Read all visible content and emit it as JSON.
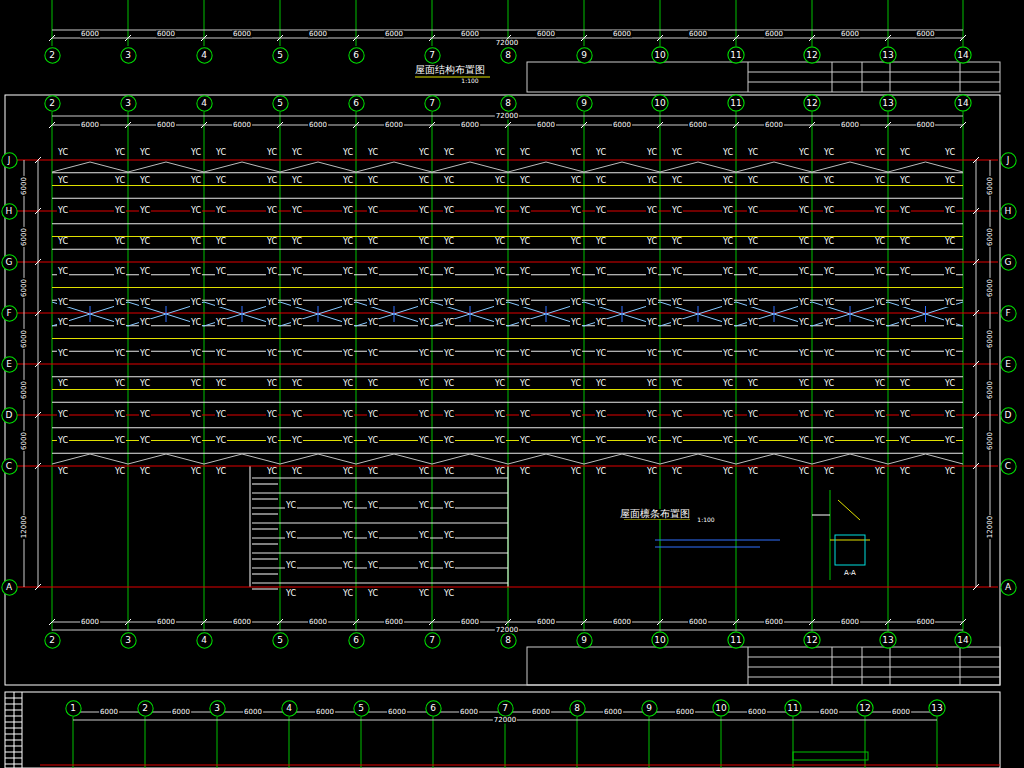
{
  "diagram": {
    "nodes": [
      {
        "text": [
          "2"
        ]
      },
      {
        "text": [
          "3"
        ]
      },
      {
        "text": [
          "4"
        ]
      },
      {
        "text": [
          "5"
        ]
      },
      {
        "text": [
          "6"
        ]
      },
      {
        "text": [
          "7"
        ]
      },
      {
        "text": [
          "8"
        ]
      },
      {
        "text": [
          "9"
        ]
      },
      {
        "text": [
          "10"
        ]
      },
      {
        "text": [
          "11"
        ]
      },
      {
        "text": [
          "12"
        ]
      },
      {
        "text": [
          "13"
        ]
      },
      {
        "text": [
          "14"
        ]
      },
      {
        "text": [
          "2"
        ]
      },
      {
        "text": [
          "3"
        ]
      },
      {
        "text": [
          "4"
        ]
      },
      {
        "text": [
          "5"
        ]
      },
      {
        "text": [
          "6"
        ]
      },
      {
        "text": [
          "7"
        ]
      },
      {
        "text": [
          "8"
        ]
      },
      {
        "text": [
          "9"
        ]
      },
      {
        "text": [
          "10"
        ]
      },
      {
        "text": [
          "11"
        ]
      },
      {
        "text": [
          "12"
        ]
      },
      {
        "text": [
          "13"
        ]
      },
      {
        "text": [
          "14"
        ]
      },
      {
        "text": [
          "J"
        ]
      },
      {
        "text": [
          "H"
        ]
      },
      {
        "text": [
          "G"
        ]
      },
      {
        "text": [
          "F"
        ]
      },
      {
        "text": [
          "E"
        ]
      },
      {
        "text": [
          "D"
        ]
      },
      {
        "text": [
          "C"
        ]
      },
      {
        "text": [
          "A"
        ]
      },
      {
        "text": [
          "J"
        ]
      },
      {
        "text": [
          "H"
        ]
      },
      {
        "text": [
          "G"
        ]
      },
      {
        "text": [
          "F"
        ]
      },
      {
        "text": [
          "E"
        ]
      },
      {
        "text": [
          "D"
        ]
      },
      {
        "text": [
          "C"
        ]
      },
      {
        "text": [
          "A"
        ]
      },
      {
        "text": [
          "2"
        ]
      },
      {
        "text": [
          "3"
        ]
      },
      {
        "text": [
          "4"
        ]
      },
      {
        "text": [
          "5"
        ]
      },
      {
        "text": [
          "6"
        ]
      },
      {
        "text": [
          "7"
        ]
      },
      {
        "text": [
          "8"
        ]
      },
      {
        "text": [
          "9"
        ]
      },
      {
        "text": [
          "10"
        ]
      },
      {
        "text": [
          "11"
        ]
      },
      {
        "text": [
          "12"
        ]
      },
      {
        "text": [
          "13"
        ]
      },
      {
        "text": [
          "14"
        ]
      },
      {
        "text": [
          "1"
        ]
      },
      {
        "text": [
          "2"
        ]
      },
      {
        "text": [
          "3"
        ]
      },
      {
        "text": [
          "4"
        ]
      },
      {
        "text": [
          "5"
        ]
      },
      {
        "text": [
          "6"
        ]
      },
      {
        "text": [
          "7"
        ]
      },
      {
        "text": [
          "8"
        ]
      },
      {
        "text": [
          "9"
        ]
      },
      {
        "text": [
          "10"
        ]
      },
      {
        "text": [
          "11"
        ]
      },
      {
        "text": [
          "12"
        ]
      },
      {
        "text": [
          "13"
        ]
      }
    ],
    "labels": [
      "屋面结构布置图",
      "1:100",
      "屋面檩条布置图",
      "1:100",
      "A-A",
      "6000",
      "6000",
      "6000",
      "6000",
      "6000",
      "6000",
      "6000",
      "6000",
      "6000",
      "6000",
      "6000",
      "6000",
      "72000",
      "6000",
      "6000",
      "6000",
      "6000",
      "6000",
      "6000",
      "6000",
      "6000",
      "6000",
      "6000",
      "6000",
      "6000",
      "72000",
      "6000",
      "6000",
      "6000",
      "6000",
      "6000",
      "6000",
      "6000",
      "6000",
      "6000",
      "6000",
      "6000",
      "6000",
      "72000",
      "6000",
      "6000",
      "6000",
      "6000",
      "6000",
      "6000",
      "6000",
      "6000",
      "6000",
      "6000",
      "6000",
      "6000",
      "72000",
      "6000",
      "6000",
      "6000",
      "6000",
      "6000",
      "6000",
      "12000",
      "6000",
      "6000",
      "6000",
      "6000",
      "6000",
      "6000",
      "12000",
      "YC",
      "YC",
      "YC",
      "YC",
      "YC",
      "YC",
      "YC",
      "YC",
      "YC",
      "YC",
      "YC",
      "YC",
      "YC",
      "YC",
      "YC",
      "YC",
      "YC",
      "YC",
      "YC",
      "YC",
      "YC",
      "YC",
      "YC",
      "YC",
      "YC",
      "YC",
      "YC",
      "YC",
      "YC",
      "YC",
      "YC",
      "YC",
      "YC",
      "YC",
      "YC",
      "YC",
      "YC",
      "YC",
      "YC",
      "YC",
      "YC",
      "YC",
      "YC",
      "YC",
      "YC",
      "YC",
      "YC",
      "YC",
      "YC",
      "YC",
      "YC",
      "YC",
      "YC",
      "YC",
      "YC",
      "YC",
      "YC",
      "YC",
      "YC",
      "YC",
      "YC",
      "YC",
      "YC",
      "YC",
      "YC",
      "YC",
      "YC",
      "YC",
      "YC",
      "YC",
      "YC",
      "YC",
      "YC",
      "YC",
      "YC",
      "YC",
      "YC",
      "YC",
      "YC",
      "YC",
      "YC",
      "YC",
      "YC",
      "YC",
      "YC",
      "YC",
      "YC",
      "YC",
      "YC",
      "YC",
      "YC",
      "YC",
      "YC",
      "YC",
      "YC",
      "YC",
      "YC",
      "YC",
      "YC",
      "YC",
      "YC",
      "YC",
      "YC",
      "YC",
      "YC",
      "YC",
      "YC",
      "YC",
      "YC",
      "YC",
      "YC",
      "YC",
      "YC",
      "YC",
      "YC",
      "YC",
      "YC",
      "YC",
      "YC",
      "YC",
      "YC",
      "YC",
      "YC",
      "YC",
      "YC",
      "YC",
      "YC",
      "YC",
      "YC",
      "YC",
      "YC",
      "YC",
      "YC",
      "YC",
      "YC",
      "YC",
      "YC",
      "YC",
      "YC",
      "YC",
      "YC",
      "YC",
      "YC",
      "YC",
      "YC",
      "YC",
      "YC",
      "YC",
      "YC",
      "YC",
      "YC",
      "YC",
      "YC",
      "YC",
      "YC",
      "YC",
      "YC",
      "YC",
      "YC",
      "YC",
      "YC",
      "YC",
      "YC",
      "YC",
      "YC",
      "YC",
      "YC",
      "YC",
      "YC",
      "YC",
      "YC",
      "YC",
      "YC",
      "YC",
      "YC",
      "YC",
      "YC",
      "YC",
      "YC",
      "YC",
      "YC",
      "YC",
      "YC",
      "YC",
      "YC",
      "YC",
      "YC",
      "YC",
      "YC",
      "YC",
      "YC",
      "YC",
      "YC",
      "YC",
      "YC",
      "YC",
      "YC",
      "YC",
      "YC",
      "YC",
      "YC",
      "YC",
      "YC",
      "YC",
      "YC",
      "YC",
      "YC",
      "YC",
      "YC",
      "YC",
      "YC",
      "YC",
      "YC",
      "YC",
      "YC",
      "YC",
      "YC",
      "YC",
      "YC",
      "YC",
      "YC",
      "YC",
      "YC",
      "YC",
      "YC",
      "YC",
      "YC",
      "YC",
      "YC",
      "YC",
      "YC",
      "YC",
      "YC",
      "YC",
      "YC",
      "YC",
      "YC",
      "YC",
      "YC",
      "YC",
      "YC",
      "YC",
      "YC",
      "YC",
      "YC",
      "YC",
      "YC",
      "YC",
      "YC",
      "YC",
      "YC",
      "YC",
      "YC",
      "YC",
      "YC",
      "YC",
      "YC",
      "YC",
      "YC",
      "YC",
      "YC",
      "YC",
      "YC",
      "YC",
      "YC",
      "YC",
      "YC",
      "YC",
      "YC",
      "YC",
      "YC",
      "YC",
      "YC",
      "YC",
      "YC",
      "YC",
      "YC",
      "YC",
      "YC",
      "YC",
      "YC",
      "YC",
      "YC",
      "YC",
      "YC",
      "YC",
      "YC",
      "YC",
      "YC",
      "YC",
      "YC",
      "YC",
      "YC",
      "YC",
      "YC",
      "YC",
      "YC",
      "YC",
      "YC",
      "YC",
      "YC",
      "YC",
      "YC",
      "YC",
      "YC",
      "YC",
      "YC",
      "YC"
    ]
  }
}
